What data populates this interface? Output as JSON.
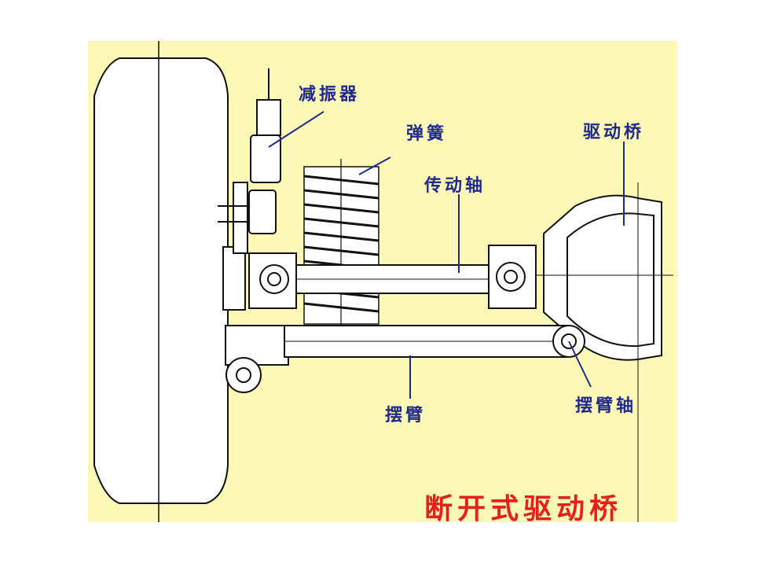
{
  "diagram": {
    "title": "断开式驱动桥",
    "labels": {
      "shock_absorber": "减振器",
      "spring": "弹簧",
      "drive_shaft": "传动轴",
      "drive_axle": "驱动桥",
      "swing_arm": "摆臂",
      "swing_arm_shaft": "摆臂轴"
    }
  },
  "colors": {
    "background": "#fcf8b6",
    "label_text": "#1f2a8c",
    "title_text": "#e8201a",
    "line": "#111111"
  }
}
